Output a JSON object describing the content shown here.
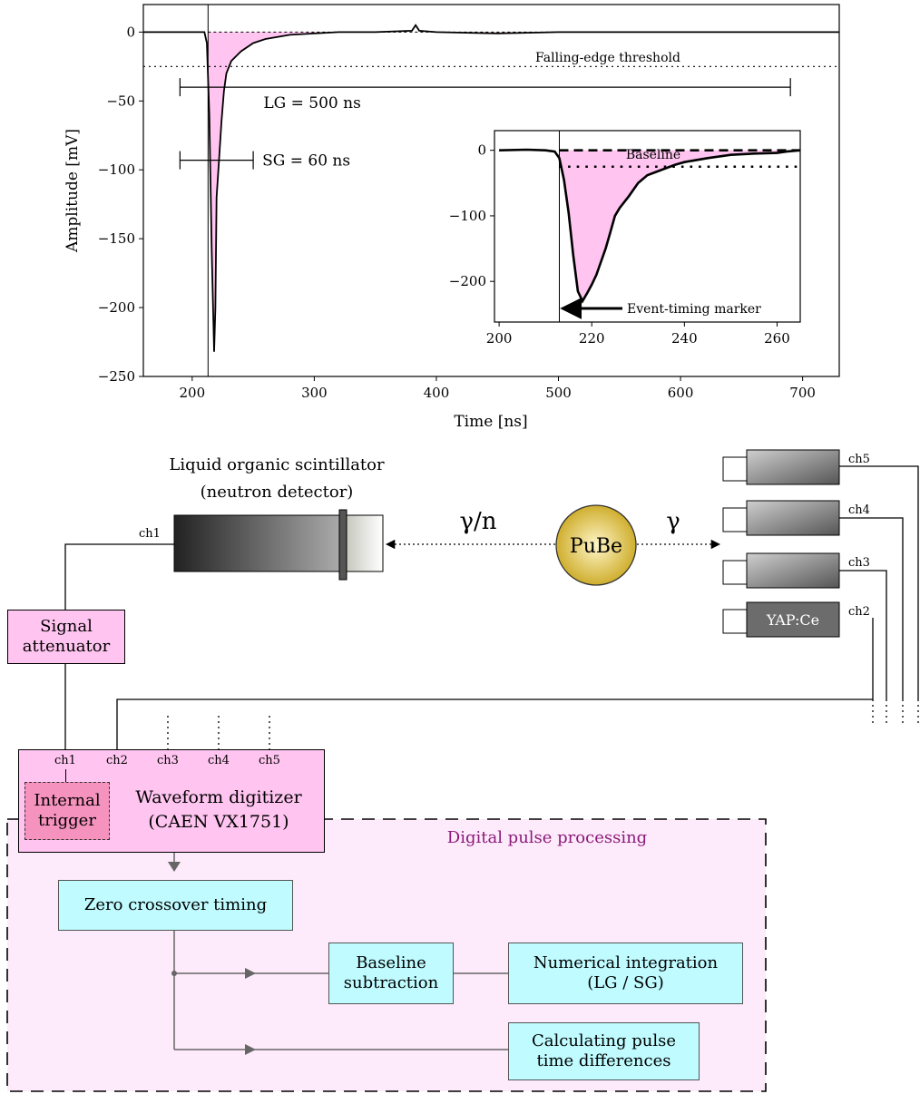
{
  "chart_data": [
    {
      "type": "line",
      "xlabel": "Time [ns]",
      "ylabel": "Amplitude [mV]",
      "xlim": [
        160,
        730
      ],
      "ylim": [
        -250,
        20
      ],
      "xticks": [
        200,
        300,
        400,
        500,
        600,
        700
      ],
      "yticks": [
        0,
        -50,
        -100,
        -150,
        -200,
        -250
      ],
      "xtick_labels": [
        "200",
        "300",
        "400",
        "500",
        "600",
        "700"
      ],
      "ytick_labels": [
        "0",
        "−50",
        "−100",
        "−150",
        "−200",
        "−250"
      ],
      "series": [
        {
          "color": "#000000",
          "fill": "#ffc4f0",
          "x": [
            160,
            200,
            210,
            212,
            214,
            216,
            218,
            219,
            220,
            222,
            224,
            226,
            228,
            232,
            240,
            250,
            260,
            280,
            300,
            320,
            350,
            380,
            383,
            386,
            400,
            450,
            500,
            600,
            700,
            730
          ],
          "y": [
            0,
            0,
            0,
            -8,
            -60,
            -160,
            -232,
            -200,
            -120,
            -93,
            -65,
            -43,
            -30,
            -21,
            -14,
            -8,
            -5,
            -2,
            -1,
            0,
            0,
            1,
            5,
            1,
            0,
            -1,
            0,
            0,
            0,
            0
          ]
        }
      ],
      "vline_x": 213,
      "threshold_y": -25,
      "threshold_label": "Falling-edge threshold",
      "annotations": {
        "lg": {
          "label": "LG = 500 ns",
          "x_start": 190,
          "x_end": 690,
          "y": -40
        },
        "sg": {
          "label": "SG = 60 ns",
          "x_start": 190,
          "x_end": 250,
          "y": -93
        }
      }
    },
    {
      "type": "line",
      "inset": true,
      "xlim": [
        199,
        265
      ],
      "ylim": [
        -262,
        30
      ],
      "xticks": [
        200,
        220,
        240,
        260
      ],
      "yticks": [
        0,
        -100,
        -200
      ],
      "xtick_labels": [
        "200",
        "220",
        "240",
        "260"
      ],
      "ytick_labels": [
        "0",
        "−100",
        "−200"
      ],
      "series": [
        {
          "color": "#000000",
          "fill": "#ffc4f0",
          "x": [
            200,
            206,
            210,
            212,
            213,
            214,
            215,
            216,
            217,
            218,
            219,
            220,
            221,
            222,
            223,
            224,
            225,
            226,
            228,
            230,
            232,
            235,
            238,
            240,
            245,
            250,
            255,
            260,
            262,
            265
          ],
          "y": [
            0,
            1,
            0,
            -2,
            -12,
            -45,
            -95,
            -160,
            -215,
            -230,
            -218,
            -205,
            -190,
            -170,
            -150,
            -125,
            -100,
            -88,
            -70,
            -50,
            -38,
            -30,
            -22,
            -18,
            -12,
            -7,
            -5,
            -4,
            -2,
            0
          ]
        }
      ],
      "vline_x": 213,
      "baseline_label": "Baseline",
      "marker_label": "Event-timing marker"
    }
  ],
  "detector": {
    "title_line1": "Liquid organic scintillator",
    "title_line2": "(neutron detector)",
    "channel": "ch1"
  },
  "source": {
    "label": "PuBe",
    "left_label": "γ/n",
    "right_label": "γ"
  },
  "pmts": [
    {
      "channel": "ch5",
      "label": ""
    },
    {
      "channel": "ch4",
      "label": ""
    },
    {
      "channel": "ch3",
      "label": ""
    },
    {
      "channel": "ch2",
      "label": "YAP:Ce"
    }
  ],
  "attenuator": {
    "line1": "Signal",
    "line2": "attenuator"
  },
  "digitizer": {
    "line1": "Waveform digitizer",
    "line2": "(CAEN VX1751)",
    "channels": [
      "ch1",
      "ch2",
      "ch3",
      "ch4",
      "ch5"
    ],
    "trigger_line1": "Internal",
    "trigger_line2": "trigger"
  },
  "processing": {
    "title": "Digital pulse processing",
    "title_color": "#8a1a7a",
    "zero_crossover": "Zero crossover timing",
    "baseline_line1": "Baseline",
    "baseline_line2": "subtraction",
    "integration_line1": "Numerical integration",
    "integration_line2": "(LG / SG)",
    "timediff_line1": "Calculating pulse",
    "timediff_line2": "time differences"
  },
  "colors": {
    "pink_box": "#ffc4f0",
    "trigger_box": "#f592bd",
    "cyan_box": "#bffbff",
    "processing_bg": "#fdeafa",
    "source_gold": "#d8b93a"
  }
}
